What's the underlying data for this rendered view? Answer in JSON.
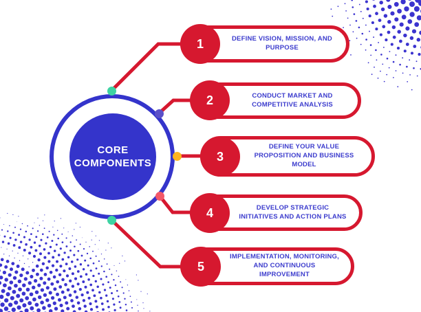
{
  "core": {
    "title_line1": "CORE",
    "title_line2": "COMPONENTS"
  },
  "items": [
    {
      "number": "1",
      "label": "DEFINE VISION, MISSION, AND PURPOSE",
      "dot_color": "#3ed3a3"
    },
    {
      "number": "2",
      "label": "CONDUCT MARKET AND COMPETITIVE ANALYSIS",
      "dot_color": "#5b50c8"
    },
    {
      "number": "3",
      "label": "DEFINE YOUR VALUE PROPOSITION AND BUSINESS MODEL",
      "dot_color": "#ffb41e"
    },
    {
      "number": "4",
      "label": "DEVELOP STRATEGIC INITIATIVES AND ACTION PLANS",
      "dot_color": "#f35868"
    },
    {
      "number": "5",
      "label": "IMPLEMENTATION, MONITORING, AND CONTINUOUS IMPROVEMENT",
      "dot_color": "#3ed3a3"
    }
  ],
  "colors": {
    "red": "#d6182f",
    "blue": "#3434cb",
    "label_blue": "#3c3ccd",
    "halftone_blue": "#3b33cf",
    "white": "#ffffff"
  }
}
